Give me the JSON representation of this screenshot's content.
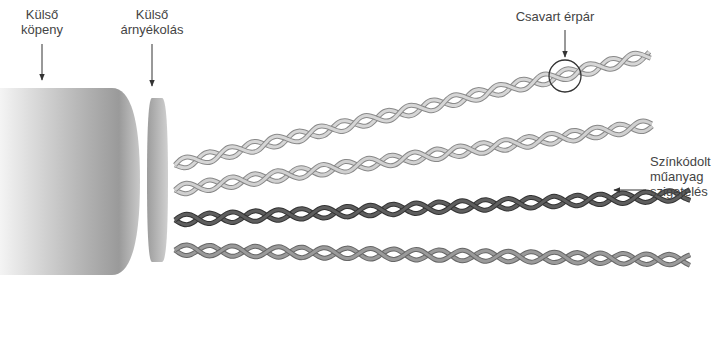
{
  "diagram": {
    "labels": [
      "Külső köpeny",
      "Külső árnyékolás",
      "Csavart érpár",
      "Színkódolt műanyag szigetelés"
    ]
  }
}
